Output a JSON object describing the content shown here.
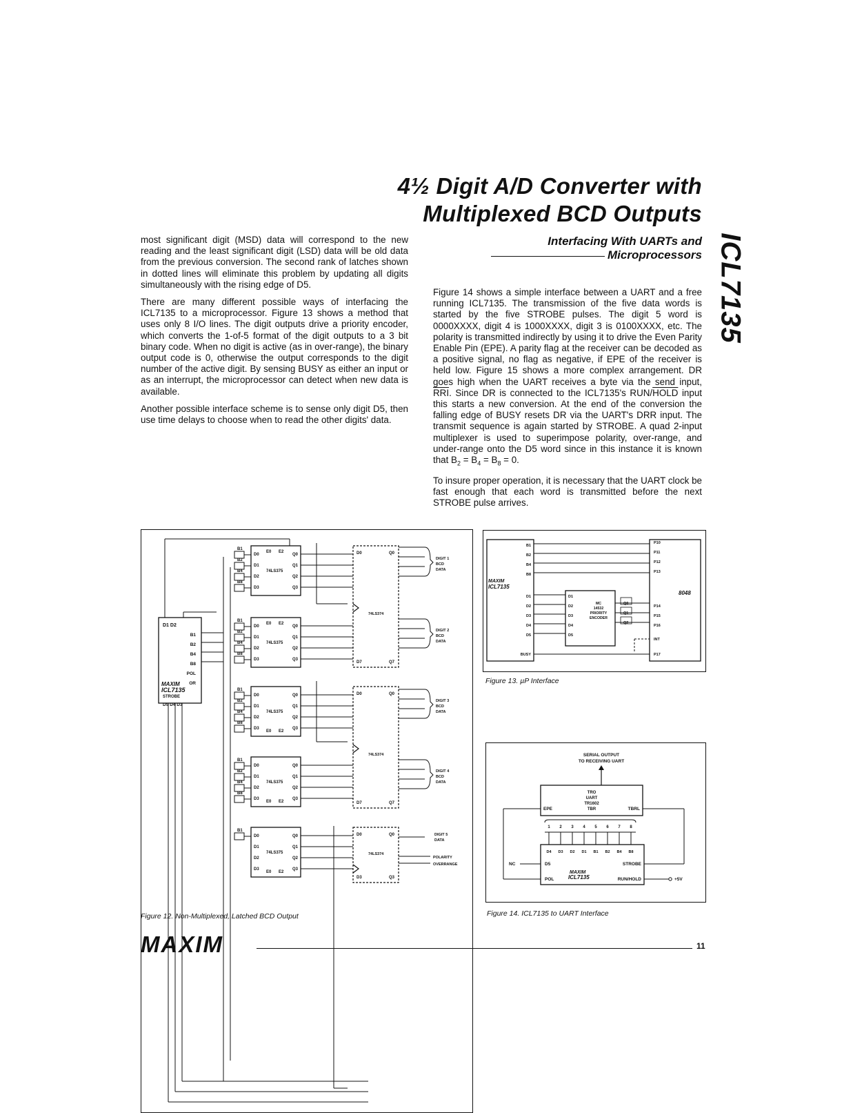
{
  "title": {
    "line1": "4½ Digit A/D Converter with",
    "line2": "Multiplexed BCD Outputs"
  },
  "side_tab": "ICL7135",
  "left_column": {
    "p1": "most significant digit (MSD) data will correspond to the new reading and the least significant digit (LSD) data will be old data from the previous conversion. The second rank of latches shown in dotted lines will eliminate this problem by updating all digits simultaneously with the rising edge of D5.",
    "p2": "There are many different possible ways of interfacing the ICL7135 to a microprocessor. Figure 13 shows a method that uses only 8 I/O lines. The digit outputs drive a priority encoder, which converts the 1-of-5 format of the digit outputs to a 3 bit binary code. When no digit is active (as in over-range), the binary output code is 0, otherwise the output corresponds to the digit number of the active digit. By sensing BUSY as either an input or as an interrupt, the microprocessor can detect when new data is available.",
    "p3": "Another possible interface scheme is to sense only digit D5, then use time delays to choose when to read the other digits' data."
  },
  "right_column": {
    "heading_line1": "Interfacing With UARTs and",
    "heading_line2": "Microprocessors",
    "p1_a": "Figure 14 shows a simple interface between a UART and a free running ICL7135. The transmission of the five data words is started by the five STROBE pulses. The digit 5 word is 0000XXXX, digit 4 is 1000XXXX, digit 3 is 0100XXXX, etc. The polarity is transmitted indirectly by using it to drive the Even Parity Enable Pin (EPE). A parity flag at the receiver can be decoded as a positive signal, no flag as negative, if EPE of the receiver is held low. Figure 15 shows a more complex arrangement. DR goes high when the UART receives a byte via the send input, ",
    "p1_rri": "RRI",
    "p1_b": ". Since DR is connected to the ICL7135's RUN/",
    "p1_hold": "HOLD",
    "p1_c": " input this starts a new conversion. At the end of the conversion the falling edge of BUSY resets DR via the UART's DRR input. The transmit sequence is again started by STROBE. A quad 2-input multiplexer is used to superimpose polarity, over-range, and under-range onto the D5 word since in this instance it is known that B",
    "p1_sub1": "2",
    "p1_eq1": " = B",
    "p1_sub2": "4",
    "p1_eq2": " = B",
    "p1_sub3": "8",
    "p1_end": " = 0.",
    "p2": "To insure proper operation, it is necessary that the UART clock be fast enough that each word is transmitted before the next STROBE pulse arrives."
  },
  "figure12": {
    "caption": "Figure 12. Non-Multiplexed, Latched BCD Output",
    "chip_brand": "MAXIM",
    "chip_part": "ICL7135",
    "chip_pins_top": "D1   D2",
    "chip_pins_right": [
      "B1",
      "B2",
      "B4",
      "B8",
      "POL",
      "OR"
    ],
    "chip_strobe": "STROBE",
    "chip_pins_bottom": "D5 D4 D3",
    "latch_part": "74LS375",
    "register_part": "74LS374",
    "in_labels": [
      "B1",
      "B2",
      "B4",
      "B8"
    ],
    "latch_left_pins": [
      "D0",
      "D1",
      "D2",
      "D3"
    ],
    "latch_right_pins": [
      "Q0",
      "Q1",
      "Q2",
      "Q3"
    ],
    "enable_pins": [
      "E0",
      "E2"
    ],
    "reg_pins": [
      "D0",
      "Q0",
      "D7",
      "Q7",
      "D0",
      "Q0",
      "D3",
      "Q3"
    ],
    "outputs": [
      [
        "DIGIT 1",
        "BCD",
        "DATA"
      ],
      [
        "DIGIT 2",
        "BCD",
        "DATA"
      ],
      [
        "DIGIT 3",
        "BCD",
        "DATA"
      ],
      [
        "DIGIT 4",
        "BCD",
        "DATA"
      ],
      [
        "DIGIT 5",
        "DATA"
      ],
      [
        "POLARITY"
      ],
      [
        "OVERRANGE"
      ]
    ]
  },
  "figure13": {
    "caption": "Figure 13. µP Interface",
    "chip_brand": "MAXIM",
    "chip_part": "ICL7135",
    "chip_pins": [
      "B1",
      "B2",
      "B4",
      "B8",
      "D1",
      "D2",
      "D3",
      "D4",
      "D5",
      "BUSY"
    ],
    "encoder_lines": [
      "MC",
      "14532",
      "PRIORITY",
      "ENCODER"
    ],
    "encoder_inputs": [
      "D1",
      "D2",
      "D3",
      "D4",
      "D5"
    ],
    "encoder_outputs": [
      "Q0",
      "Q1",
      "Q2"
    ],
    "mcu_name": "8048",
    "mcu_pins": [
      "P10",
      "P11",
      "P12",
      "P13",
      "P14",
      "P15",
      "P16",
      "INT",
      "P17"
    ]
  },
  "figure14": {
    "caption": "Figure 14. ICL7135 to UART Interface",
    "serial_output_lines": [
      "SERIAL OUTPUT",
      "TO RECEIVING UART"
    ],
    "uart_lines": [
      "TRO",
      "UART",
      "TR1602",
      "TBR"
    ],
    "uart_epe": "EPE",
    "uart_tbrl": "TBRL",
    "bus_numbers": [
      "1",
      "2",
      "3",
      "4",
      "5",
      "6",
      "7",
      "8"
    ],
    "chip_pins_top": [
      "D4",
      "D3",
      "D2",
      "D1",
      "B1",
      "B2",
      "B4",
      "B8"
    ],
    "chip_d5": "D5",
    "chip_pol": "POL",
    "chip_strobe": "STROBE",
    "chip_run_hold": "RUN/HOLD",
    "chip_brand": "MAXIM",
    "chip_part": "ICL7135",
    "nc_label": "NC",
    "supply_label": "+5V"
  },
  "footer": {
    "logo": "MAXIM",
    "page_number": "11"
  }
}
